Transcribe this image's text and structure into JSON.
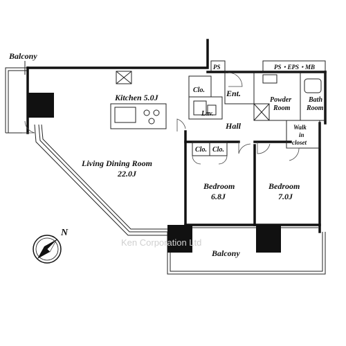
{
  "rooms": {
    "balcony_left": "Balcony",
    "kitchen": "Kitchen 5.0J",
    "closet_top": "Clo.",
    "entrance": "Ent.",
    "ps_small": "PS",
    "ps_eps_mb": "PS・EPS・MB",
    "powder_room_line1": "Powder",
    "powder_room_line2": "Room",
    "bath_room_line1": "Bath",
    "bath_room_line2": "Room",
    "lavatory": "Lav.",
    "hall": "Hall",
    "walk_in_line1": "Walk",
    "walk_in_line2": "in",
    "walk_in_line3": "closet",
    "closet_left": "Clo.",
    "closet_right": "Clo.",
    "living_line1": "Living Dining Room",
    "living_line2": "22.0J",
    "bedroom1_line1": "Bedroom",
    "bedroom1_line2": "6.8J",
    "bedroom2_line1": "Bedroom",
    "bedroom2_line2": "7.0J",
    "balcony_bottom": "Balcony"
  },
  "compass": {
    "label": "N"
  },
  "watermark": "Ken Corporation Ltd"
}
